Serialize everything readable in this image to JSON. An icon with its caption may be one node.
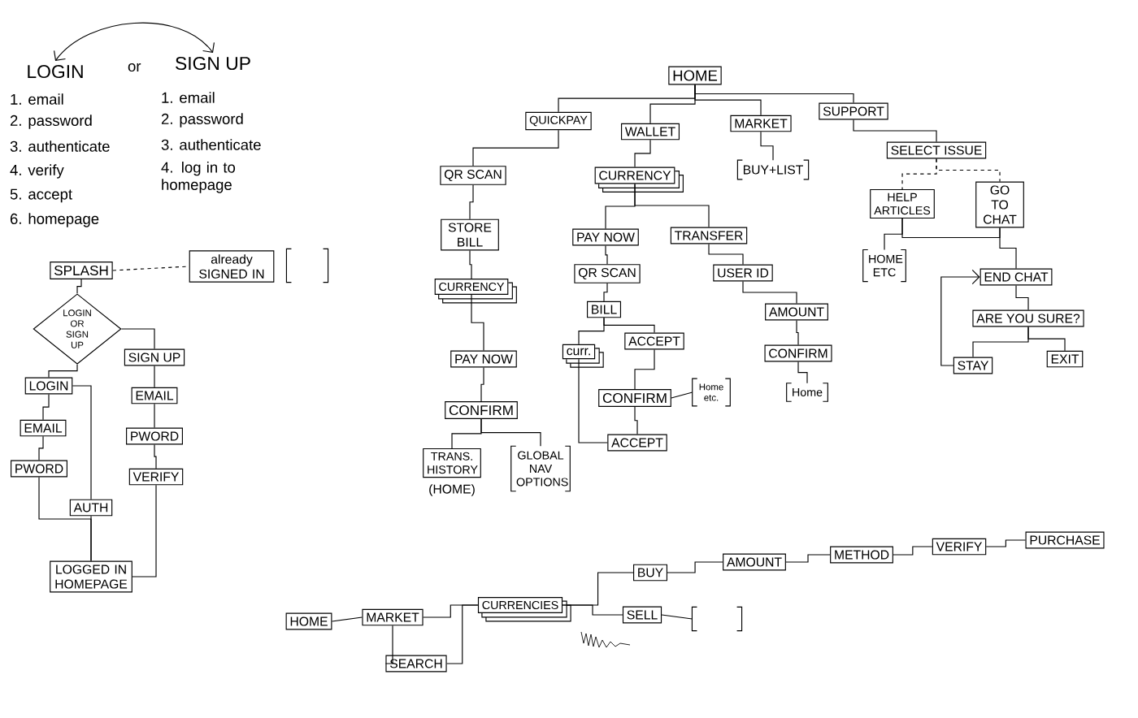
{
  "diagram": {
    "nodes": [
      {
        "text": [
          "LOGIN"
        ]
      },
      {
        "text": [
          "SIGN UP"
        ]
      },
      {
        "text": [
          "SPLASH"
        ]
      },
      {
        "text": [
          "already SIGNED IN"
        ]
      },
      {
        "text": [],
        "shape": "bracket"
      },
      {
        "text": [
          "LOGIN OR SIGN UP"
        ]
      },
      {
        "text": [
          "SIGN UP"
        ]
      },
      {
        "text": [
          "LOGIN"
        ]
      },
      {
        "text": [
          "EMAIL"
        ]
      },
      {
        "text": [
          "EMAIL"
        ]
      },
      {
        "text": [
          "PWORD"
        ]
      },
      {
        "text": [
          "PWORD"
        ]
      },
      {
        "text": [
          "VERIFY"
        ]
      },
      {
        "text": [
          "AUTH"
        ]
      },
      {
        "text": [
          "LOGGED IN HOMEPAGE"
        ]
      },
      {
        "text": [
          "HOME"
        ]
      },
      {
        "text": [
          "QUICKPAY"
        ]
      },
      {
        "text": [
          "WALLET"
        ]
      },
      {
        "text": [
          "MARKET"
        ]
      },
      {
        "text": [
          "SUPPORT"
        ]
      },
      {
        "text": [
          "QR SCAN"
        ]
      },
      {
        "text": [
          "CURRENCY"
        ]
      },
      {
        "text": [
          "BUY+LIST"
        ]
      },
      {
        "text": [
          "SELECT ISSUE"
        ]
      },
      {
        "text": [
          "STORE BILL"
        ]
      },
      {
        "text": [
          "PAY NOW"
        ]
      },
      {
        "text": [
          "TRANSFER"
        ]
      },
      {
        "text": [
          "HELP ARTICLES"
        ]
      },
      {
        "text": [
          "GO TO CHAT"
        ]
      },
      {
        "text": [
          "HOME ETC"
        ]
      },
      {
        "text": [
          "CURRENCY"
        ]
      },
      {
        "text": [
          "QR SCAN"
        ]
      },
      {
        "text": [
          "USER ID"
        ]
      },
      {
        "text": [
          "END CHAT"
        ]
      },
      {
        "text": [
          "BILL"
        ]
      },
      {
        "text": [
          "AMOUNT"
        ]
      },
      {
        "text": [
          "ARE YOU SURE?"
        ]
      },
      {
        "text": [
          "curr."
        ]
      },
      {
        "text": [
          "ACCEPT"
        ]
      },
      {
        "text": [
          "PAY NOW"
        ]
      },
      {
        "text": [
          "CONFIRM"
        ]
      },
      {
        "text": [
          "STAY"
        ]
      },
      {
        "text": [
          "EXIT"
        ]
      },
      {
        "text": [
          "CONFIRM"
        ]
      },
      {
        "text": [
          "Home etc."
        ]
      },
      {
        "text": [
          "Home"
        ]
      },
      {
        "text": [
          "CONFIRM"
        ]
      },
      {
        "text": [
          "ACCEPT"
        ]
      },
      {
        "text": [
          "TRANS. HISTORY"
        ],
        "beside": [
          "(HOME)"
        ]
      },
      {
        "text": [
          "GLOBAL NAV OPTIONS"
        ]
      },
      {
        "text": [
          "HOME"
        ]
      },
      {
        "text": [
          "MARKET"
        ]
      },
      {
        "text": [
          "SEARCH"
        ]
      },
      {
        "text": [
          "CURRENCIES"
        ]
      },
      {
        "text": [
          "BUY"
        ]
      },
      {
        "text": [
          "SELL"
        ]
      },
      {
        "text": [],
        "shape": "bracket"
      },
      {
        "text": [
          "AMOUNT"
        ]
      },
      {
        "text": [
          "METHOD"
        ]
      },
      {
        "text": [
          "VERIFY"
        ]
      },
      {
        "text": [
          "PURCHASE"
        ]
      }
    ],
    "edges": [
      {
        "from": 0,
        "to": 1,
        "arrow": "both"
      },
      {
        "from": 2,
        "to": 3,
        "arrow": "none",
        "style": "dashed"
      },
      {
        "from": 2,
        "to": 5,
        "arrow": "none"
      },
      {
        "from": 5,
        "to": 7,
        "arrow": "none"
      },
      {
        "from": 5,
        "to": 6,
        "arrow": "none"
      },
      {
        "from": 7,
        "to": 9,
        "arrow": "none"
      },
      {
        "from": 9,
        "to": 11,
        "arrow": "none"
      },
      {
        "from": 11,
        "to": 14,
        "arrow": "none"
      },
      {
        "from": 7,
        "to": 13,
        "arrow": "none"
      },
      {
        "from": 13,
        "to": 14,
        "arrow": "none"
      },
      {
        "from": 6,
        "to": 8,
        "arrow": "none"
      },
      {
        "from": 8,
        "to": 10,
        "arrow": "none"
      },
      {
        "from": 10,
        "to": 12,
        "arrow": "none"
      },
      {
        "from": 12,
        "to": 14,
        "arrow": "none"
      },
      {
        "from": 15,
        "to": 16,
        "arrow": "none"
      },
      {
        "from": 15,
        "to": 17,
        "arrow": "none"
      },
      {
        "from": 15,
        "to": 18,
        "arrow": "none"
      },
      {
        "from": 15,
        "to": 19,
        "arrow": "none"
      },
      {
        "from": 16,
        "to": 20,
        "arrow": "none"
      },
      {
        "from": 17,
        "to": 21,
        "arrow": "none"
      },
      {
        "from": 18,
        "to": 22,
        "arrow": "none"
      },
      {
        "from": 19,
        "to": 23,
        "arrow": "none"
      },
      {
        "from": 20,
        "to": 24,
        "arrow": "none"
      },
      {
        "from": 21,
        "to": 25,
        "arrow": "none"
      },
      {
        "from": 21,
        "to": 26,
        "arrow": "none"
      },
      {
        "from": 23,
        "to": 27,
        "arrow": "none",
        "style": "dashed"
      },
      {
        "from": 23,
        "to": 28,
        "arrow": "none",
        "style": "dashed"
      },
      {
        "from": 27,
        "to": 28,
        "arrow": "none"
      },
      {
        "from": 27,
        "to": 29,
        "arrow": "none"
      },
      {
        "from": 24,
        "to": 30,
        "arrow": "none"
      },
      {
        "from": 25,
        "to": 31,
        "arrow": "none"
      },
      {
        "from": 26,
        "to": 32,
        "arrow": "none"
      },
      {
        "from": 28,
        "to": 33,
        "arrow": "none"
      },
      {
        "from": 31,
        "to": 34,
        "arrow": "none"
      },
      {
        "from": 32,
        "to": 35,
        "arrow": "none"
      },
      {
        "from": 33,
        "to": 36,
        "arrow": "none"
      },
      {
        "from": 34,
        "to": 37,
        "arrow": "none"
      },
      {
        "from": 34,
        "to": 38,
        "arrow": "none"
      },
      {
        "from": 30,
        "to": 39,
        "arrow": "none"
      },
      {
        "from": 35,
        "to": 40,
        "arrow": "none"
      },
      {
        "from": 36,
        "to": 41,
        "arrow": "none"
      },
      {
        "from": 36,
        "to": 42,
        "arrow": "none"
      },
      {
        "from": 41,
        "to": 33,
        "arrow": "to"
      },
      {
        "from": 38,
        "to": 43,
        "arrow": "none"
      },
      {
        "from": 43,
        "to": 44,
        "arrow": "none"
      },
      {
        "from": 40,
        "to": 45,
        "arrow": "none"
      },
      {
        "from": 39,
        "to": 46,
        "arrow": "none"
      },
      {
        "from": 43,
        "to": 47,
        "arrow": "none"
      },
      {
        "from": 37,
        "to": 47,
        "arrow": "none"
      },
      {
        "from": 46,
        "to": 48,
        "arrow": "none"
      },
      {
        "from": 46,
        "to": 49,
        "arrow": "none"
      },
      {
        "from": 50,
        "to": 51,
        "arrow": "none"
      },
      {
        "from": 51,
        "to": 53,
        "arrow": "none"
      },
      {
        "from": 51,
        "to": 52,
        "arrow": "none"
      },
      {
        "from": 52,
        "to": 53,
        "arrow": "none"
      },
      {
        "from": 53,
        "to": 54,
        "arrow": "none"
      },
      {
        "from": 53,
        "to": 55,
        "arrow": "none"
      },
      {
        "from": 55,
        "to": 56,
        "arrow": "none"
      },
      {
        "from": 54,
        "to": 57,
        "arrow": "none"
      },
      {
        "from": 57,
        "to": 58,
        "arrow": "none"
      },
      {
        "from": 58,
        "to": 59,
        "arrow": "none"
      },
      {
        "from": 59,
        "to": 60,
        "arrow": "none"
      }
    ],
    "labels": [
      "or",
      "1. email",
      "2. password",
      "3. authenticate",
      "4. verify",
      "5. accept",
      "6. homepage",
      "1. email",
      "2. password",
      "3. authenticate",
      "4. log in to homepage"
    ]
  }
}
